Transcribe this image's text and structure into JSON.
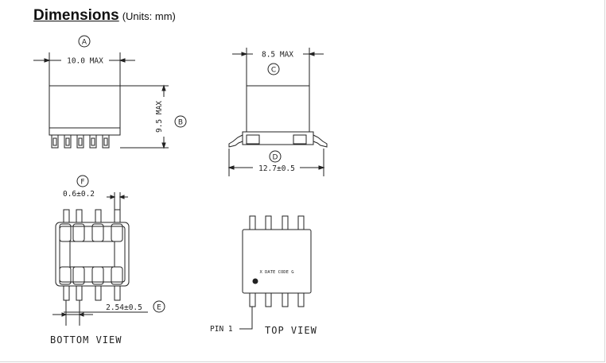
{
  "header": {
    "title": "Dimensions",
    "units": "(Units: mm)"
  },
  "callouts": {
    "a": "A",
    "b": "B",
    "c": "C",
    "d": "D",
    "e": "E",
    "f": "F"
  },
  "dimensions": {
    "width_max": "10.0 MAX",
    "height_max": "9.5 MAX",
    "body_max": "8.5 MAX",
    "overall": "12.7±0.5",
    "pin_width": "0.6±0.2",
    "pin_pitch": "2.54±0.5"
  },
  "views": {
    "bottom": "BOTTOM VIEW",
    "top": "TOP VIEW",
    "pin1": "PIN 1"
  },
  "marking": "X DATE CODE G"
}
